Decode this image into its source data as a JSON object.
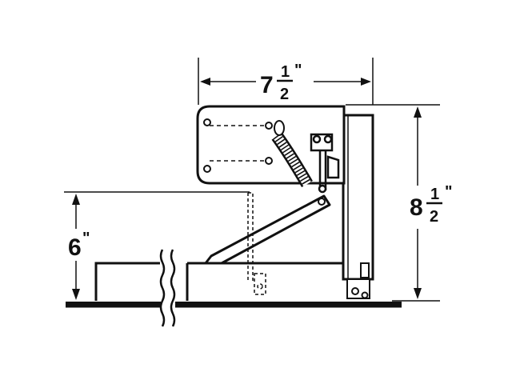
{
  "dimensions": {
    "width": {
      "whole": "7",
      "numerator": "1",
      "denominator": "2",
      "unit": "\""
    },
    "height": {
      "whole": "8",
      "numerator": "1",
      "denominator": "2",
      "unit": "\""
    },
    "clearance": {
      "whole": "6",
      "unit": "\""
    }
  },
  "colors": {
    "line": "#111111",
    "background": "#ffffff"
  }
}
